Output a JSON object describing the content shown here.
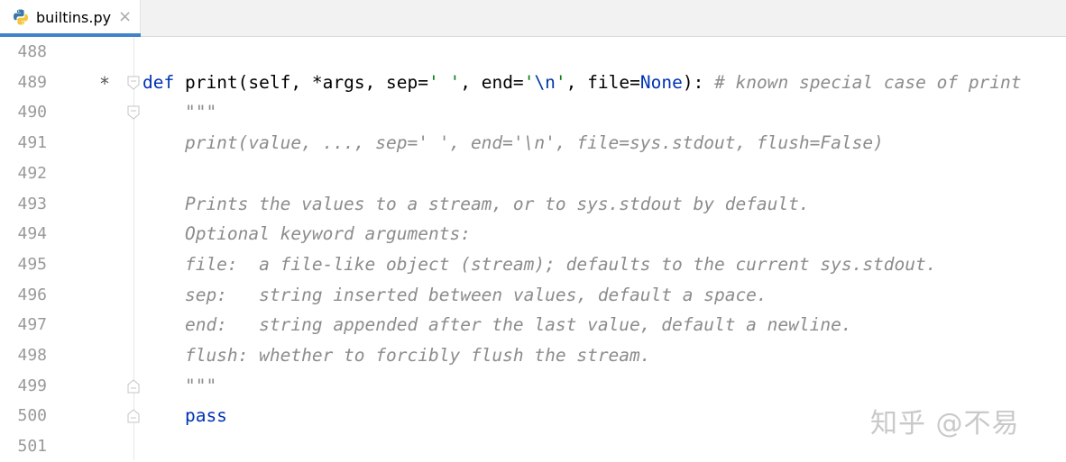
{
  "tab": {
    "filename": "builtins.py",
    "close_glyph": "×",
    "icon": "python-file-icon",
    "accent_color": "#4083c9"
  },
  "editor": {
    "lines": [
      {
        "num": "488"
      },
      {
        "num": "489",
        "marker": "*",
        "segments": [
          {
            "cls": "kw",
            "text": "def"
          },
          {
            "cls": "",
            "text": " print(self, *args, sep="
          },
          {
            "cls": "str",
            "text": "' '"
          },
          {
            "cls": "",
            "text": ", end="
          },
          {
            "cls": "str",
            "text": "'"
          },
          {
            "cls": "esc",
            "text": "\\n"
          },
          {
            "cls": "str",
            "text": "'"
          },
          {
            "cls": "",
            "text": ", file="
          },
          {
            "cls": "none",
            "text": "None"
          },
          {
            "cls": "",
            "text": "): "
          },
          {
            "cls": "cmt",
            "text": "# known special case of print"
          }
        ]
      },
      {
        "num": "490",
        "segments": [
          {
            "cls": "doc",
            "text": "    \"\"\""
          }
        ]
      },
      {
        "num": "491",
        "segments": [
          {
            "cls": "doc",
            "text": "    print(value, ..., sep=' ', end='\\n', file=sys.stdout, flush=False)"
          }
        ]
      },
      {
        "num": "492"
      },
      {
        "num": "493",
        "segments": [
          {
            "cls": "doc",
            "text": "    Prints the values to a stream, or to sys.stdout by default."
          }
        ]
      },
      {
        "num": "494",
        "segments": [
          {
            "cls": "doc",
            "text": "    Optional keyword arguments:"
          }
        ]
      },
      {
        "num": "495",
        "segments": [
          {
            "cls": "doc",
            "text": "    file:  a file-like object (stream); defaults to the current sys.stdout."
          }
        ]
      },
      {
        "num": "496",
        "segments": [
          {
            "cls": "doc",
            "text": "    sep:   string inserted between values, default a space."
          }
        ]
      },
      {
        "num": "497",
        "segments": [
          {
            "cls": "doc",
            "text": "    end:   string appended after the last value, default a newline."
          }
        ]
      },
      {
        "num": "498",
        "segments": [
          {
            "cls": "doc",
            "text": "    flush: whether to forcibly flush the stream."
          }
        ]
      },
      {
        "num": "499",
        "segments": [
          {
            "cls": "doc",
            "text": "    \"\"\""
          }
        ]
      },
      {
        "num": "500",
        "segments": [
          {
            "cls": "kw",
            "text": "    pass"
          }
        ]
      },
      {
        "num": "501"
      }
    ],
    "fold_lines": [
      "489",
      "490",
      "499",
      "500"
    ]
  },
  "watermark": {
    "text": "知乎 @不易"
  },
  "colors": {
    "keyword": "#0033b3",
    "string": "#067d17",
    "comment": "#8c8c8c",
    "line_number": "#999999"
  }
}
